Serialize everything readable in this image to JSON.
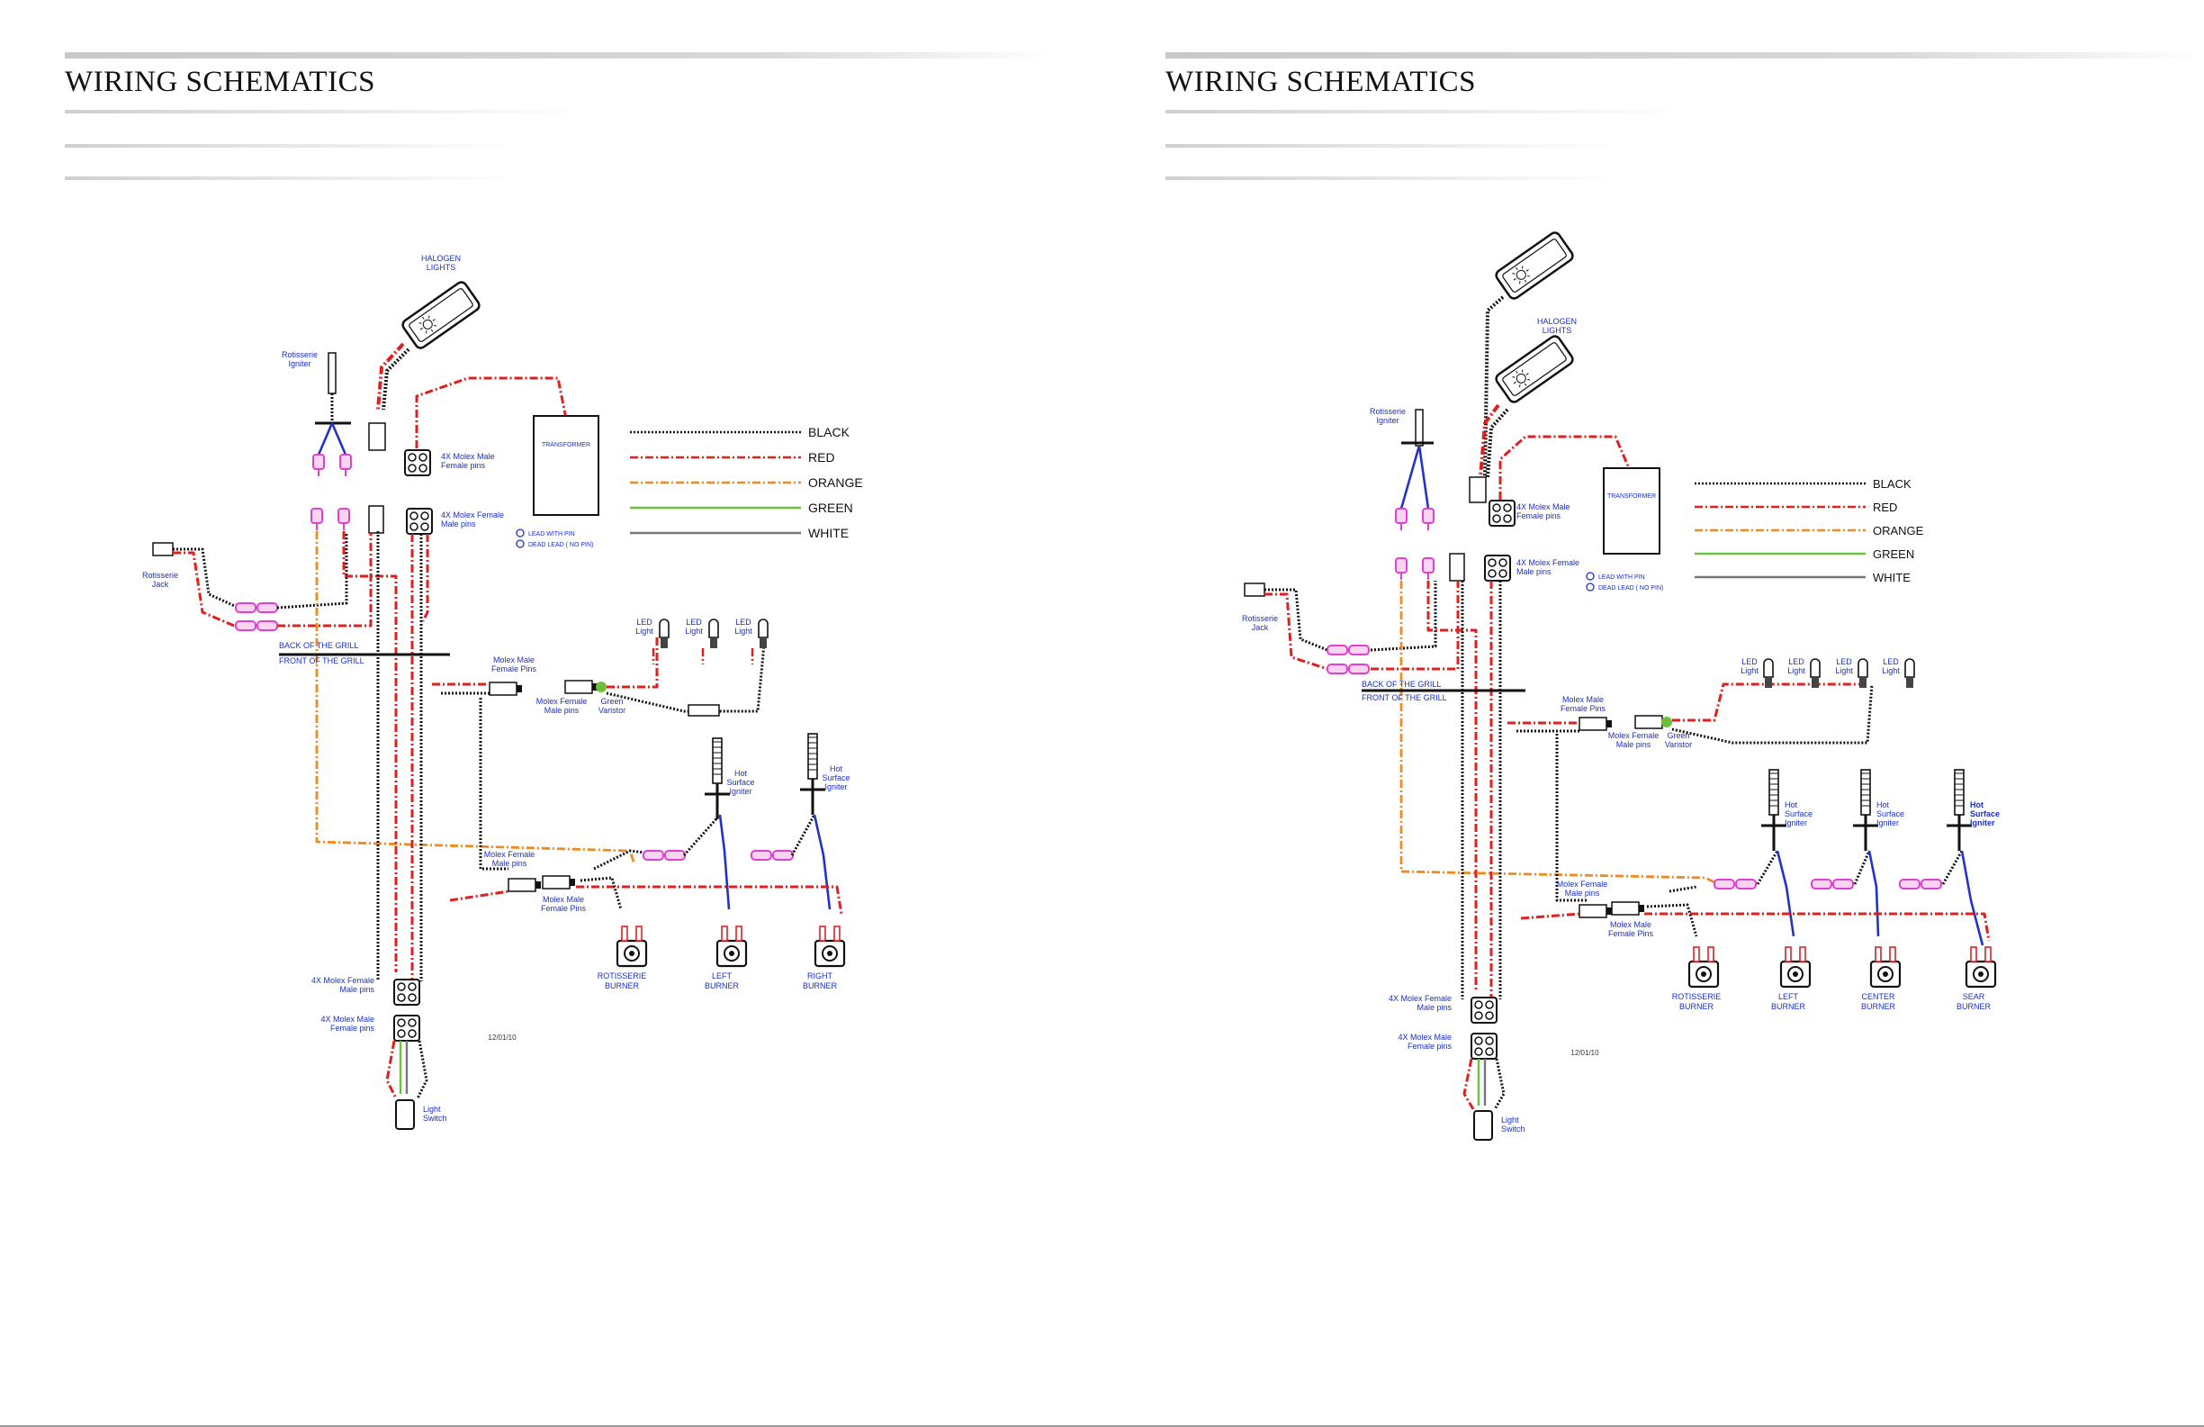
{
  "pages": [
    {
      "title": "WIRING SCHEMATICS",
      "labels": {
        "halogen": [
          "HALOGEN",
          "LIGHTS"
        ],
        "rot_igniter": [
          "Rotisserie",
          "Igniter"
        ],
        "molex_male_female_top": [
          "4X Molex Male",
          "Female pins"
        ],
        "molex_female_male_top": [
          "4X Molex Female",
          "Male pins"
        ],
        "transformer": "TRANSFORMER",
        "rot_jack": [
          "Rotisserie",
          "Jack"
        ],
        "back": "BACK OF THE GRILL",
        "front": "FRONT OF THE GRILL",
        "molex_male_female_pins": [
          "Molex Male",
          "Female Pins"
        ],
        "molex_female_male_pins_a": [
          "Molex Female",
          "Male pins"
        ],
        "green_varistor": [
          "Green",
          "Varistor"
        ],
        "led": [
          "LED",
          "Light"
        ],
        "hot_surface": [
          "Hot",
          "Surface",
          "Igniter"
        ],
        "molex_female_male_pins_b": [
          "Molex Female",
          "Male pins"
        ],
        "molex_male_female_pins_b": [
          "Molex Male",
          "Female Pins"
        ],
        "molex_female_male_bottom": [
          "4X Molex Female",
          "Male pins"
        ],
        "molex_male_female_bottom": [
          "4X Molex Male",
          "Female pins"
        ],
        "light_switch": [
          "Light",
          "Switch"
        ],
        "date": "12/01/10",
        "burners": [
          [
            "ROTISSERIE",
            "BURNER"
          ],
          [
            "LEFT",
            "BURNER"
          ],
          [
            "RIGHT",
            "BURNER"
          ]
        ]
      }
    },
    {
      "title": "WIRING SCHEMATICS",
      "labels": {
        "halogen": [
          "HALOGEN",
          "LIGHTS"
        ],
        "rot_igniter": [
          "Rotisserie",
          "Igniter"
        ],
        "molex_male_female_top": [
          "4X Molex Male",
          "Female pins"
        ],
        "molex_female_male_top": [
          "4X Molex Female",
          "Male pins"
        ],
        "transformer": "TRANSFORMER",
        "rot_jack": [
          "Rotisserie",
          "Jack"
        ],
        "back": "BACK OF THE GRILL",
        "front": "FRONT OF THE GRILL",
        "molex_male_female_pins": [
          "Molex Male",
          "Female Pins"
        ],
        "molex_female_male_pins_a": [
          "Molex Female",
          "Male pins"
        ],
        "green_varistor": [
          "Green",
          "Varistor"
        ],
        "led": [
          "LED",
          "Light"
        ],
        "hot_surface": [
          "Hot",
          "Surface",
          "Igniter"
        ],
        "molex_female_male_pins_b": [
          "Molex Female",
          "Male pins"
        ],
        "molex_male_female_pins_b": [
          "Molex Male",
          "Female Pins"
        ],
        "molex_female_male_bottom": [
          "4X Molex Female",
          "Male pins"
        ],
        "molex_male_female_bottom": [
          "4X Molex Male",
          "Female pins"
        ],
        "light_switch": [
          "Light",
          "Switch"
        ],
        "date": "12/01/10",
        "burners": [
          [
            "ROTISSERIE",
            "BURNER"
          ],
          [
            "LEFT",
            "BURNER"
          ],
          [
            "CENTER",
            "BURNER"
          ],
          [
            "SEAR",
            "BURNER"
          ]
        ]
      }
    }
  ],
  "legend": {
    "lead_with_pin": "LEAD WITH PIN",
    "dead_lead": "DEAD LEAD  ( NO PIN)",
    "wires": [
      {
        "name": "BLACK",
        "color": "#111111"
      },
      {
        "name": "RED",
        "color": "#e0201e"
      },
      {
        "name": "ORANGE",
        "color": "#f08a1c"
      },
      {
        "name": "GREEN",
        "color": "#6cc13a"
      },
      {
        "name": "WHITE",
        "color": "#777777"
      }
    ]
  },
  "colors": {
    "label_blue": "#1a2fc8",
    "connector_pink": "#e040d0",
    "igniter_blue": "#2233cc"
  }
}
